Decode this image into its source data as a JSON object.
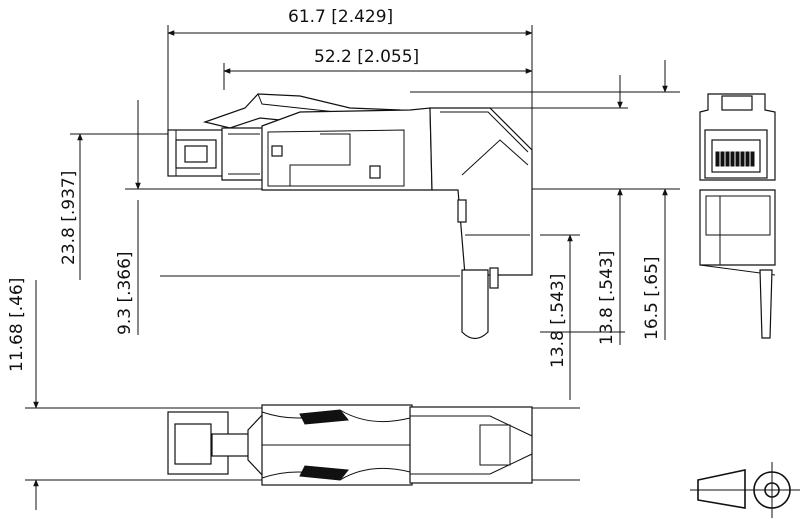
{
  "dimensions": {
    "overall_length": "61.7 [2.429]",
    "body_length": "52.2 [2.055]",
    "height_a": "23.8 [.937]",
    "height_b": "9.3 [.366]",
    "height_c": "13.8 [.543]",
    "height_d": "13.8 [.543]",
    "height_e": "16.5 [.65]",
    "width_top_view": "11.68 [.46]"
  },
  "colors": {
    "line": "#111111",
    "background": "#ffffff"
  },
  "icons": {
    "projection_symbol": "first-angle-projection-icon"
  }
}
